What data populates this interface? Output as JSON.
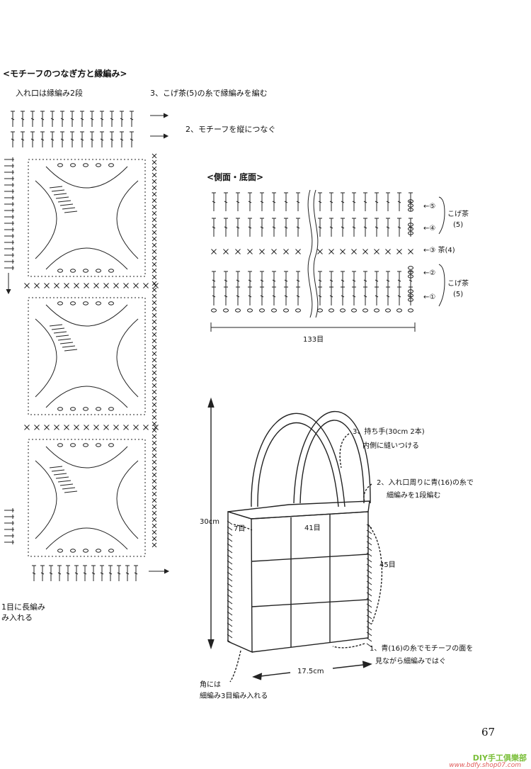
{
  "join_section": {
    "title": "<モチーフのつなぎ方と縁編み>",
    "note_opening": "入れ口は縁編み2段",
    "note_step3": "3、こげ茶(5)の糸で縁編みを編む",
    "note_step2": "2、モチーフを縦につなぐ",
    "note_bottom_1": "1目に長編み",
    "note_bottom_2": "み入れる"
  },
  "side_section": {
    "title": "<側面・底面>",
    "rows": [
      {
        "label": "←⑤",
        "color": "こげ茶"
      },
      {
        "label": "←④",
        "color": "(5)"
      },
      {
        "label": "←③ 茶(4)"
      },
      {
        "label": "←②",
        "color": "こげ茶"
      },
      {
        "label": "←①",
        "color": "(5)"
      }
    ],
    "group_top_label_1": "こげ茶",
    "group_top_label_2": "(5)",
    "group_bottom_label_1": "こげ茶",
    "group_bottom_label_2": "(5)",
    "stitch_count": "133目"
  },
  "bag_section": {
    "handle_note_1": "3、持ち手(30cm 2本)",
    "handle_note_2": "内側に縫いつける",
    "opening_note_1": "2、入れ口周りに青(16)の糸で",
    "opening_note_2": "細編みを1段編む",
    "height": "30cm",
    "side_stitches": "7目",
    "top_stitches": "41目",
    "height_stitches": "45目",
    "width": "17.5cm",
    "join_note_1": "1、青(16)の糸でモチーフの面を",
    "join_note_2": "見ながら細編みではぐ",
    "corner_note_1": "角には",
    "corner_note_2": "細編み3目編み入れる"
  },
  "page_number": "67",
  "watermark": "DIY手工俱樂部",
  "watermark_url": "www.bdfy.shop07.com"
}
